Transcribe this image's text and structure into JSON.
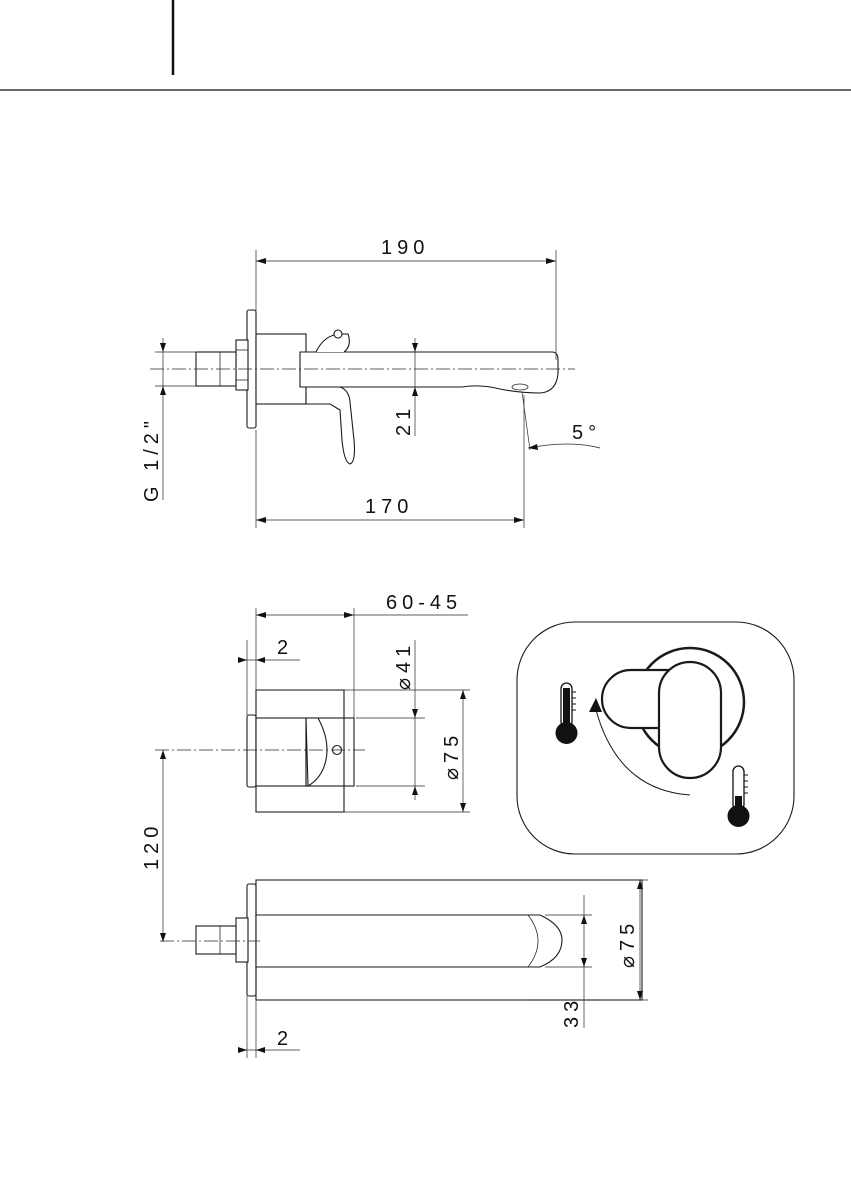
{
  "dimensions": {
    "top_length": "190",
    "bottom_length": "170",
    "thread": "G 1/2\"",
    "spout_height": "21",
    "angle": "5°",
    "depth_range": "60-45",
    "offset_top": "2",
    "diameter_small": "⌀41",
    "diameter_plate": "⌀75",
    "vertical_spacing": "120",
    "diameter_plate_bottom": "⌀75",
    "spout_offset": "33",
    "offset_bottom": "2"
  },
  "icons": {
    "hot": "thermometer-hot-icon",
    "cold": "thermometer-cold-icon",
    "rotation": "rotation-arrow-icon"
  }
}
